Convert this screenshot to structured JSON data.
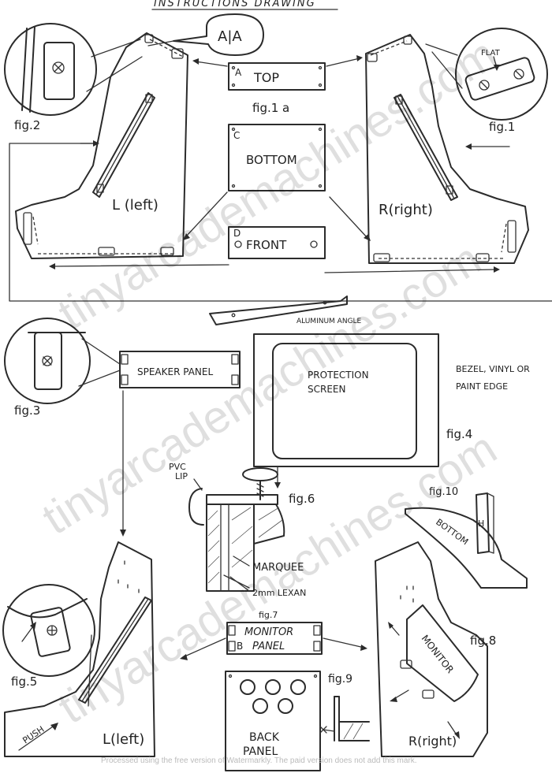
{
  "header": {
    "title": "INSTRUCTIONS DRAWING"
  },
  "figures": {
    "fig1": "fig.1",
    "fig1a": "fig.1 a",
    "fig2": "fig.2",
    "fig3": "fig.3",
    "fig4": "fig.4",
    "fig5": "fig.5",
    "fig6": "fig.6",
    "fig7": "fig.7",
    "fig8": "fig.8",
    "fig9": "fig.9",
    "fig10": "fig.10"
  },
  "labels": {
    "aa": "A|A",
    "flat": "FLAT",
    "top_letter": "A",
    "top": "TOP",
    "bottom_letter": "C",
    "bottom": "BOTTOM",
    "front_letter": "D",
    "front": "FRONT",
    "left": "L (left)",
    "right": "R(right)",
    "aluminum_angle": "ALUMINUM ANGLE",
    "speaker_panel": "SPEAKER PANEL",
    "protection_screen_1": "PROTECTION",
    "protection_screen_2": "SCREEN",
    "bezel_1": "BEZEL, VINYL OR",
    "bezel_2": "PAINT EDGE",
    "pvc_lip_1": "PVC",
    "pvc_lip_2": "LIP",
    "marquee": "MARQUEE",
    "lexan": "2mm LEXAN",
    "monitor_panel_1": "MONITOR",
    "monitor_panel_2": "PANEL",
    "monitor_panel_letter": "B",
    "monitor": "MONITOR",
    "bottom_fig10": "BOTTOM",
    "h_letter": "H",
    "push": "PUSH",
    "left_lower": "L(left)",
    "right_lower": "R(right)",
    "back_panel_1": "BACK",
    "back_panel_2": "PANEL"
  },
  "watermark": {
    "text": "tinyarcademachines.com",
    "note": "Processed using the free version of Watermarkly. The paid version does not add this mark."
  }
}
